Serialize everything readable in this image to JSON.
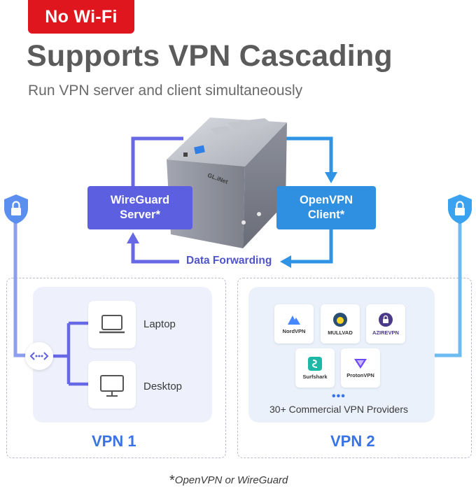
{
  "badge": "No Wi-Fi",
  "title": "Supports VPN Cascading",
  "subtitle": "Run VPN server and client simultaneously",
  "router": {
    "brand": "GL.iNet"
  },
  "server_box": {
    "line1": "WireGuard",
    "line2": "Server*"
  },
  "client_box": {
    "line1": "OpenVPN",
    "line2": "Client*"
  },
  "data_forwarding": "Data Forwarding",
  "vpn1": {
    "label": "VPN 1",
    "devices": [
      {
        "name": "Laptop",
        "icon": "laptop-icon"
      },
      {
        "name": "Desktop",
        "icon": "desktop-icon"
      }
    ]
  },
  "vpn2": {
    "label": "VPN 2",
    "providers": [
      {
        "name": "NordVPN",
        "color": "#4687ff"
      },
      {
        "name": "MULLVAD",
        "color": "#294d73"
      },
      {
        "name": "AZIREVPN",
        "color": "#4b3a8c"
      },
      {
        "name": "Surfshark",
        "color": "#1eb8a6"
      },
      {
        "name": "ProtonVPN",
        "color": "#6d4aff"
      }
    ],
    "providers_text": "30+ Commercial VPN Providers",
    "more_dots": "•••"
  },
  "footnote": {
    "star": "*",
    "text": "OpenVPN or WireGuard"
  },
  "colors": {
    "accent_red": "#e0161f",
    "server_purple": "#5b5fe0",
    "client_blue": "#2f8fe0",
    "vpn_label_blue": "#3a73e6"
  }
}
